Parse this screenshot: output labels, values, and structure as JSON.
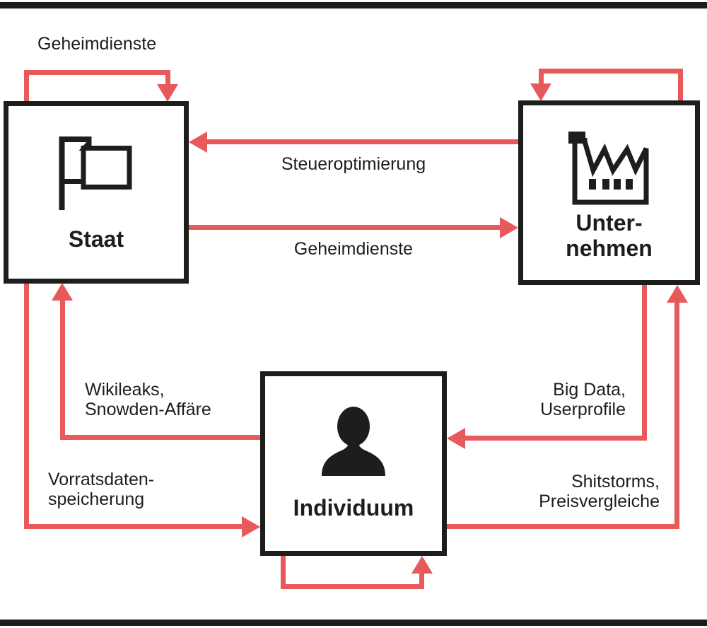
{
  "nodes": {
    "staat": {
      "label": "Staat",
      "icon": "flag-icon"
    },
    "unternehmen": {
      "label_lines": [
        "Unter-",
        "nehmen"
      ],
      "icon": "factory-icon"
    },
    "individuum": {
      "label": "Individuum",
      "icon": "person-icon"
    }
  },
  "edges": {
    "staat_self": {
      "label": "Geheimdienste"
    },
    "unternehmen_self": {
      "label": ""
    },
    "unternehmen_to_staat": {
      "label": "Steueroptimierung"
    },
    "staat_to_unternehmen": {
      "label": "Geheimdienste"
    },
    "individuum_to_staat": {
      "lines": [
        "Wikileaks,",
        "Snowden-Affäre"
      ]
    },
    "staat_to_individuum": {
      "lines": [
        "Vorratsdaten-",
        "speicherung"
      ]
    },
    "unternehmen_to_individuum": {
      "lines": [
        "Big Data,",
        "Userprofile"
      ]
    },
    "individuum_to_unternehmen": {
      "lines": [
        "Shitstorms,",
        "Preisvergleiche"
      ]
    },
    "individuum_self": {
      "label": ""
    }
  },
  "colors": {
    "arrow_red": "#e8595c",
    "ink_black": "#1d1d1b"
  }
}
